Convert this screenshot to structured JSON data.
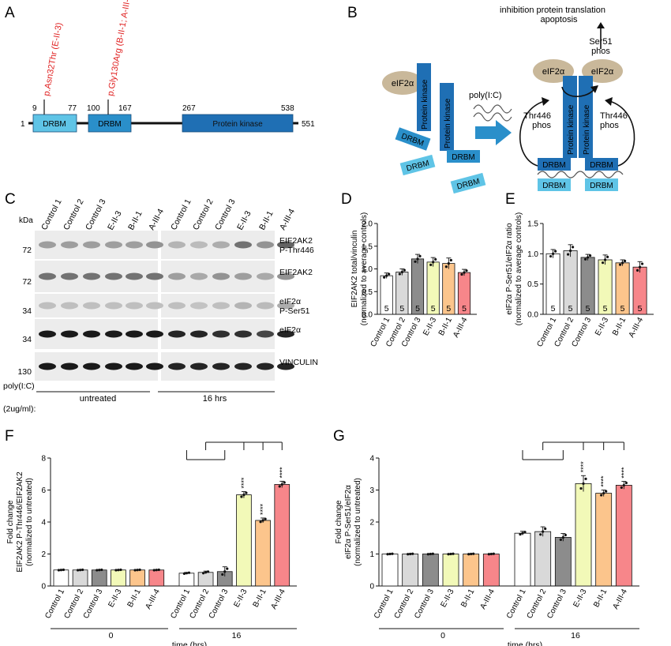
{
  "panels": {
    "A": "A",
    "B": "B",
    "C": "C",
    "D": "D",
    "E": "E",
    "F": "F",
    "G": "G"
  },
  "panelA": {
    "mutation1": "p.Asn32Thr (E-II-3)",
    "mutation2": "p.Gly130Arg (B-II-1; A-III-4)",
    "start": "1",
    "end": "551",
    "domains": [
      {
        "label": "DRBM",
        "start": "9",
        "end": "77",
        "color": "#5fc4e6"
      },
      {
        "label": "DRBM",
        "start": "100",
        "end": "167",
        "color": "#2a8fca"
      },
      {
        "label": "Protein kinase",
        "start": "267",
        "end": "538",
        "color": "#1f6fb4"
      }
    ]
  },
  "panelB": {
    "top_text1": "inhibition protein translation",
    "top_text2": "apoptosis",
    "ser51_1": "Ser51",
    "ser51_2": "phos",
    "eif2a": "eIF2α",
    "polyic": "poly(I:C)",
    "thr446_1": "Thr446",
    "thr446_2": "phos",
    "protein_kinase": "Protein kinase",
    "drbm": "DRBM"
  },
  "panelC": {
    "kda": "kDa",
    "lanes": [
      "Control 1",
      "Control 2",
      "Control 3",
      "E-II-3",
      "B-II-1",
      "A-III-4",
      "Control 1",
      "Control 2",
      "Control 3",
      "E-II-3",
      "B-II-1",
      "A-III-4"
    ],
    "bands": [
      {
        "kda": "72",
        "label1": "EIF2AK2",
        "label2": "P-Thr446"
      },
      {
        "kda": "72",
        "label1": "EIF2AK2",
        "label2": ""
      },
      {
        "kda": "34",
        "label1": "eIF2α",
        "label2": "P-Ser51"
      },
      {
        "kda": "34",
        "label1": "eIF2α",
        "label2": ""
      },
      {
        "kda": "130",
        "label1": "VINCULIN",
        "label2": ""
      }
    ],
    "treatment_label1": "poly(I:C)",
    "treatment_label2": "(2ug/ml):",
    "untreated": "untreated",
    "treated": "16 hrs"
  },
  "chart_data": [
    {
      "panel": "D",
      "type": "bar",
      "categories": [
        "Control 1",
        "Control 2",
        "Control 3",
        "E-II-3",
        "B-II-1",
        "A-III-4"
      ],
      "values": [
        0.85,
        0.93,
        1.22,
        1.15,
        1.12,
        0.92
      ],
      "errors": [
        0.06,
        0.07,
        0.1,
        0.1,
        0.12,
        0.07
      ],
      "n_labels": [
        "5",
        "5",
        "5",
        "5",
        "5",
        "5"
      ],
      "ylabel": "EIF2AK2 total/vinculin",
      "ylabel2": "(normalized to average controls)",
      "ylim": [
        0,
        2.0
      ],
      "yticks": [
        "0.0",
        "0.5",
        "1.0",
        "1.5",
        "2.0"
      ]
    },
    {
      "panel": "E",
      "type": "bar",
      "categories": [
        "Control 1",
        "Control 2",
        "Control 3",
        "E-II-3",
        "B-II-1",
        "A-III-4"
      ],
      "values": [
        1.0,
        1.05,
        0.94,
        0.9,
        0.85,
        0.78
      ],
      "errors": [
        0.07,
        0.1,
        0.05,
        0.08,
        0.05,
        0.09
      ],
      "n_labels": [
        "5",
        "5",
        "5",
        "5",
        "5",
        "5"
      ],
      "ylabel": "eIF2α P-Ser51/eIF2α ratio",
      "ylabel2": "(normalized to average controls)",
      "ylim": [
        0,
        1.5
      ],
      "yticks": [
        "0.0",
        "0.5",
        "1.0",
        "1.5"
      ]
    },
    {
      "panel": "F",
      "type": "bar",
      "categories": [
        "Control 1",
        "Control 2",
        "Control 3",
        "E-II-3",
        "B-II-1",
        "A-III-4",
        "Control 1",
        "Control 2",
        "Control 3",
        "E-II-3",
        "B-II-1",
        "A-III-4"
      ],
      "values": [
        1.0,
        1.0,
        1.0,
        1.0,
        1.0,
        1.0,
        0.8,
        0.85,
        0.9,
        5.7,
        4.1,
        6.35
      ],
      "errors": [
        0.02,
        0.02,
        0.02,
        0.02,
        0.02,
        0.02,
        0.05,
        0.08,
        0.3,
        0.2,
        0.15,
        0.2
      ],
      "significance": [
        "",
        "",
        "",
        "",
        "",
        "",
        "",
        "",
        "",
        "****",
        "****",
        "****"
      ],
      "ylabel": "Fold change",
      "ylabel2": "EIF2AK2 P-Thr446/EIF2AK2",
      "ylabel3": "(normalized to untreated)",
      "ylim": [
        0,
        8
      ],
      "yticks": [
        "0",
        "2",
        "4",
        "6",
        "8"
      ],
      "time_labels": [
        "0",
        "16"
      ],
      "xlabel": "time (hrs)"
    },
    {
      "panel": "G",
      "type": "bar",
      "categories": [
        "Control 1",
        "Control 2",
        "Control 3",
        "E-II-3",
        "B-II-1",
        "A-III-4",
        "Control 1",
        "Control 2",
        "Control 3",
        "E-II-3",
        "B-II-1",
        "A-III-4"
      ],
      "values": [
        1.0,
        1.0,
        1.0,
        1.0,
        1.0,
        1.0,
        1.65,
        1.7,
        1.52,
        3.2,
        2.9,
        3.15
      ],
      "errors": [
        0.01,
        0.01,
        0.01,
        0.01,
        0.01,
        0.01,
        0.06,
        0.15,
        0.12,
        0.25,
        0.1,
        0.12
      ],
      "significance": [
        "",
        "",
        "",
        "",
        "",
        "",
        "",
        "",
        "",
        "****",
        "****",
        "****"
      ],
      "ylabel": "Fold change",
      "ylabel2": "eIF2α P-Ser51/eIF2α",
      "ylabel3": "(normalized to untreated)",
      "ylim": [
        0,
        4
      ],
      "yticks": [
        "0",
        "1",
        "2",
        "3",
        "4"
      ],
      "time_labels": [
        "0",
        "16"
      ],
      "xlabel": "time (hrs)"
    }
  ],
  "colors": [
    "#ffffff",
    "#d9d9d9",
    "#8c8c8c",
    "#f2f9b8",
    "#fcc58c",
    "#f7868a"
  ]
}
